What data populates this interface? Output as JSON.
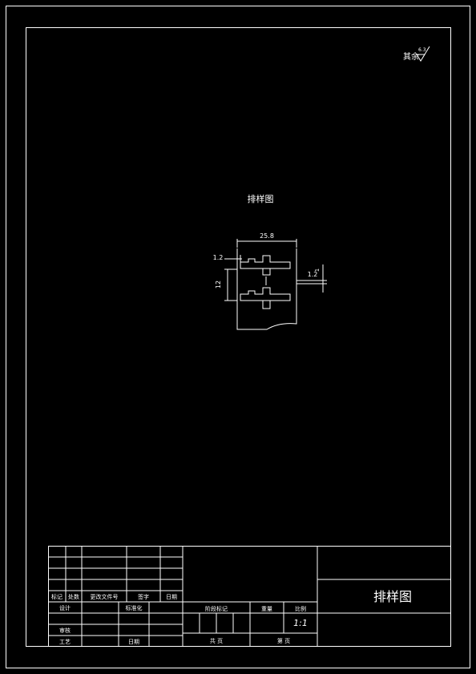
{
  "roughness_note": {
    "label": "其余",
    "value": "6.3"
  },
  "drawing": {
    "title": "排样图",
    "dims": {
      "width": "25.8",
      "left_gap": "1.2",
      "pitch": "12",
      "right_gap": "1.2",
      "right_vertical": "1"
    }
  },
  "title_block": {
    "row_labels": [
      "标记",
      "处数",
      "更改文件号",
      "签字",
      "日期"
    ],
    "design": "设计",
    "standardize": "标准化",
    "review": "审核",
    "process": "工艺",
    "date": "日期",
    "stage_mark": "阶段标记",
    "weight": "重量",
    "scale": "比例",
    "scale_value": "1:1",
    "sheets_total": "共  页",
    "sheet_no": "第  页",
    "drawing_name": "排样图"
  }
}
